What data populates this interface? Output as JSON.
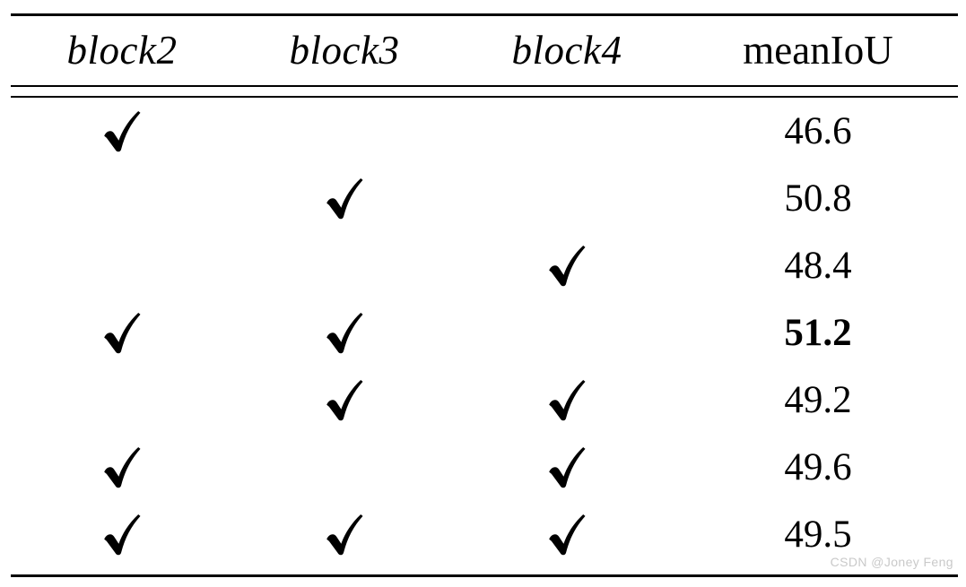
{
  "figure": {
    "kind": "ablation-results-table",
    "watermark": "CSDN @Joney Feng",
    "rule_color": "#000000",
    "background": "#ffffff",
    "text_color": "#000000",
    "watermark_color": "#c9c9c9"
  },
  "table": {
    "columns": [
      {
        "key": "block2",
        "label": "block2",
        "style": "italic",
        "type": "mark"
      },
      {
        "key": "block3",
        "label": "block3",
        "style": "italic",
        "type": "mark"
      },
      {
        "key": "block4",
        "label": "block4",
        "style": "italic",
        "type": "mark"
      },
      {
        "key": "meanIoU",
        "label": "meanIoU",
        "style": "roman",
        "type": "value"
      }
    ],
    "check_glyph": "checkmark-icon",
    "rows": [
      {
        "block2": "✓",
        "block3": "",
        "block4": "",
        "meanIoU": "46.6",
        "bold": false
      },
      {
        "block2": "",
        "block3": "✓",
        "block4": "",
        "meanIoU": "50.8",
        "bold": false
      },
      {
        "block2": "",
        "block3": "",
        "block4": "✓",
        "meanIoU": "48.4",
        "bold": false
      },
      {
        "block2": "✓",
        "block3": "✓",
        "block4": "",
        "meanIoU": "51.2",
        "bold": true
      },
      {
        "block2": "",
        "block3": "✓",
        "block4": "✓",
        "meanIoU": "49.2",
        "bold": false
      },
      {
        "block2": "✓",
        "block3": "",
        "block4": "✓",
        "meanIoU": "49.6",
        "bold": false
      },
      {
        "block2": "✓",
        "block3": "✓",
        "block4": "✓",
        "meanIoU": "49.5",
        "bold": false
      }
    ]
  },
  "chart_data": {
    "type": "table",
    "title": "",
    "columns": [
      "block2",
      "block3",
      "block4",
      "meanIoU"
    ],
    "categories": [
      "block2",
      "block3",
      "block4",
      "block2+block3",
      "block3+block4",
      "block2+block4",
      "block2+block3+block4"
    ],
    "values": [
      46.6,
      50.8,
      48.4,
      51.2,
      49.2,
      49.6,
      49.5
    ],
    "ylabel": "meanIoU",
    "best_index": 3,
    "best_value": 51.2
  }
}
